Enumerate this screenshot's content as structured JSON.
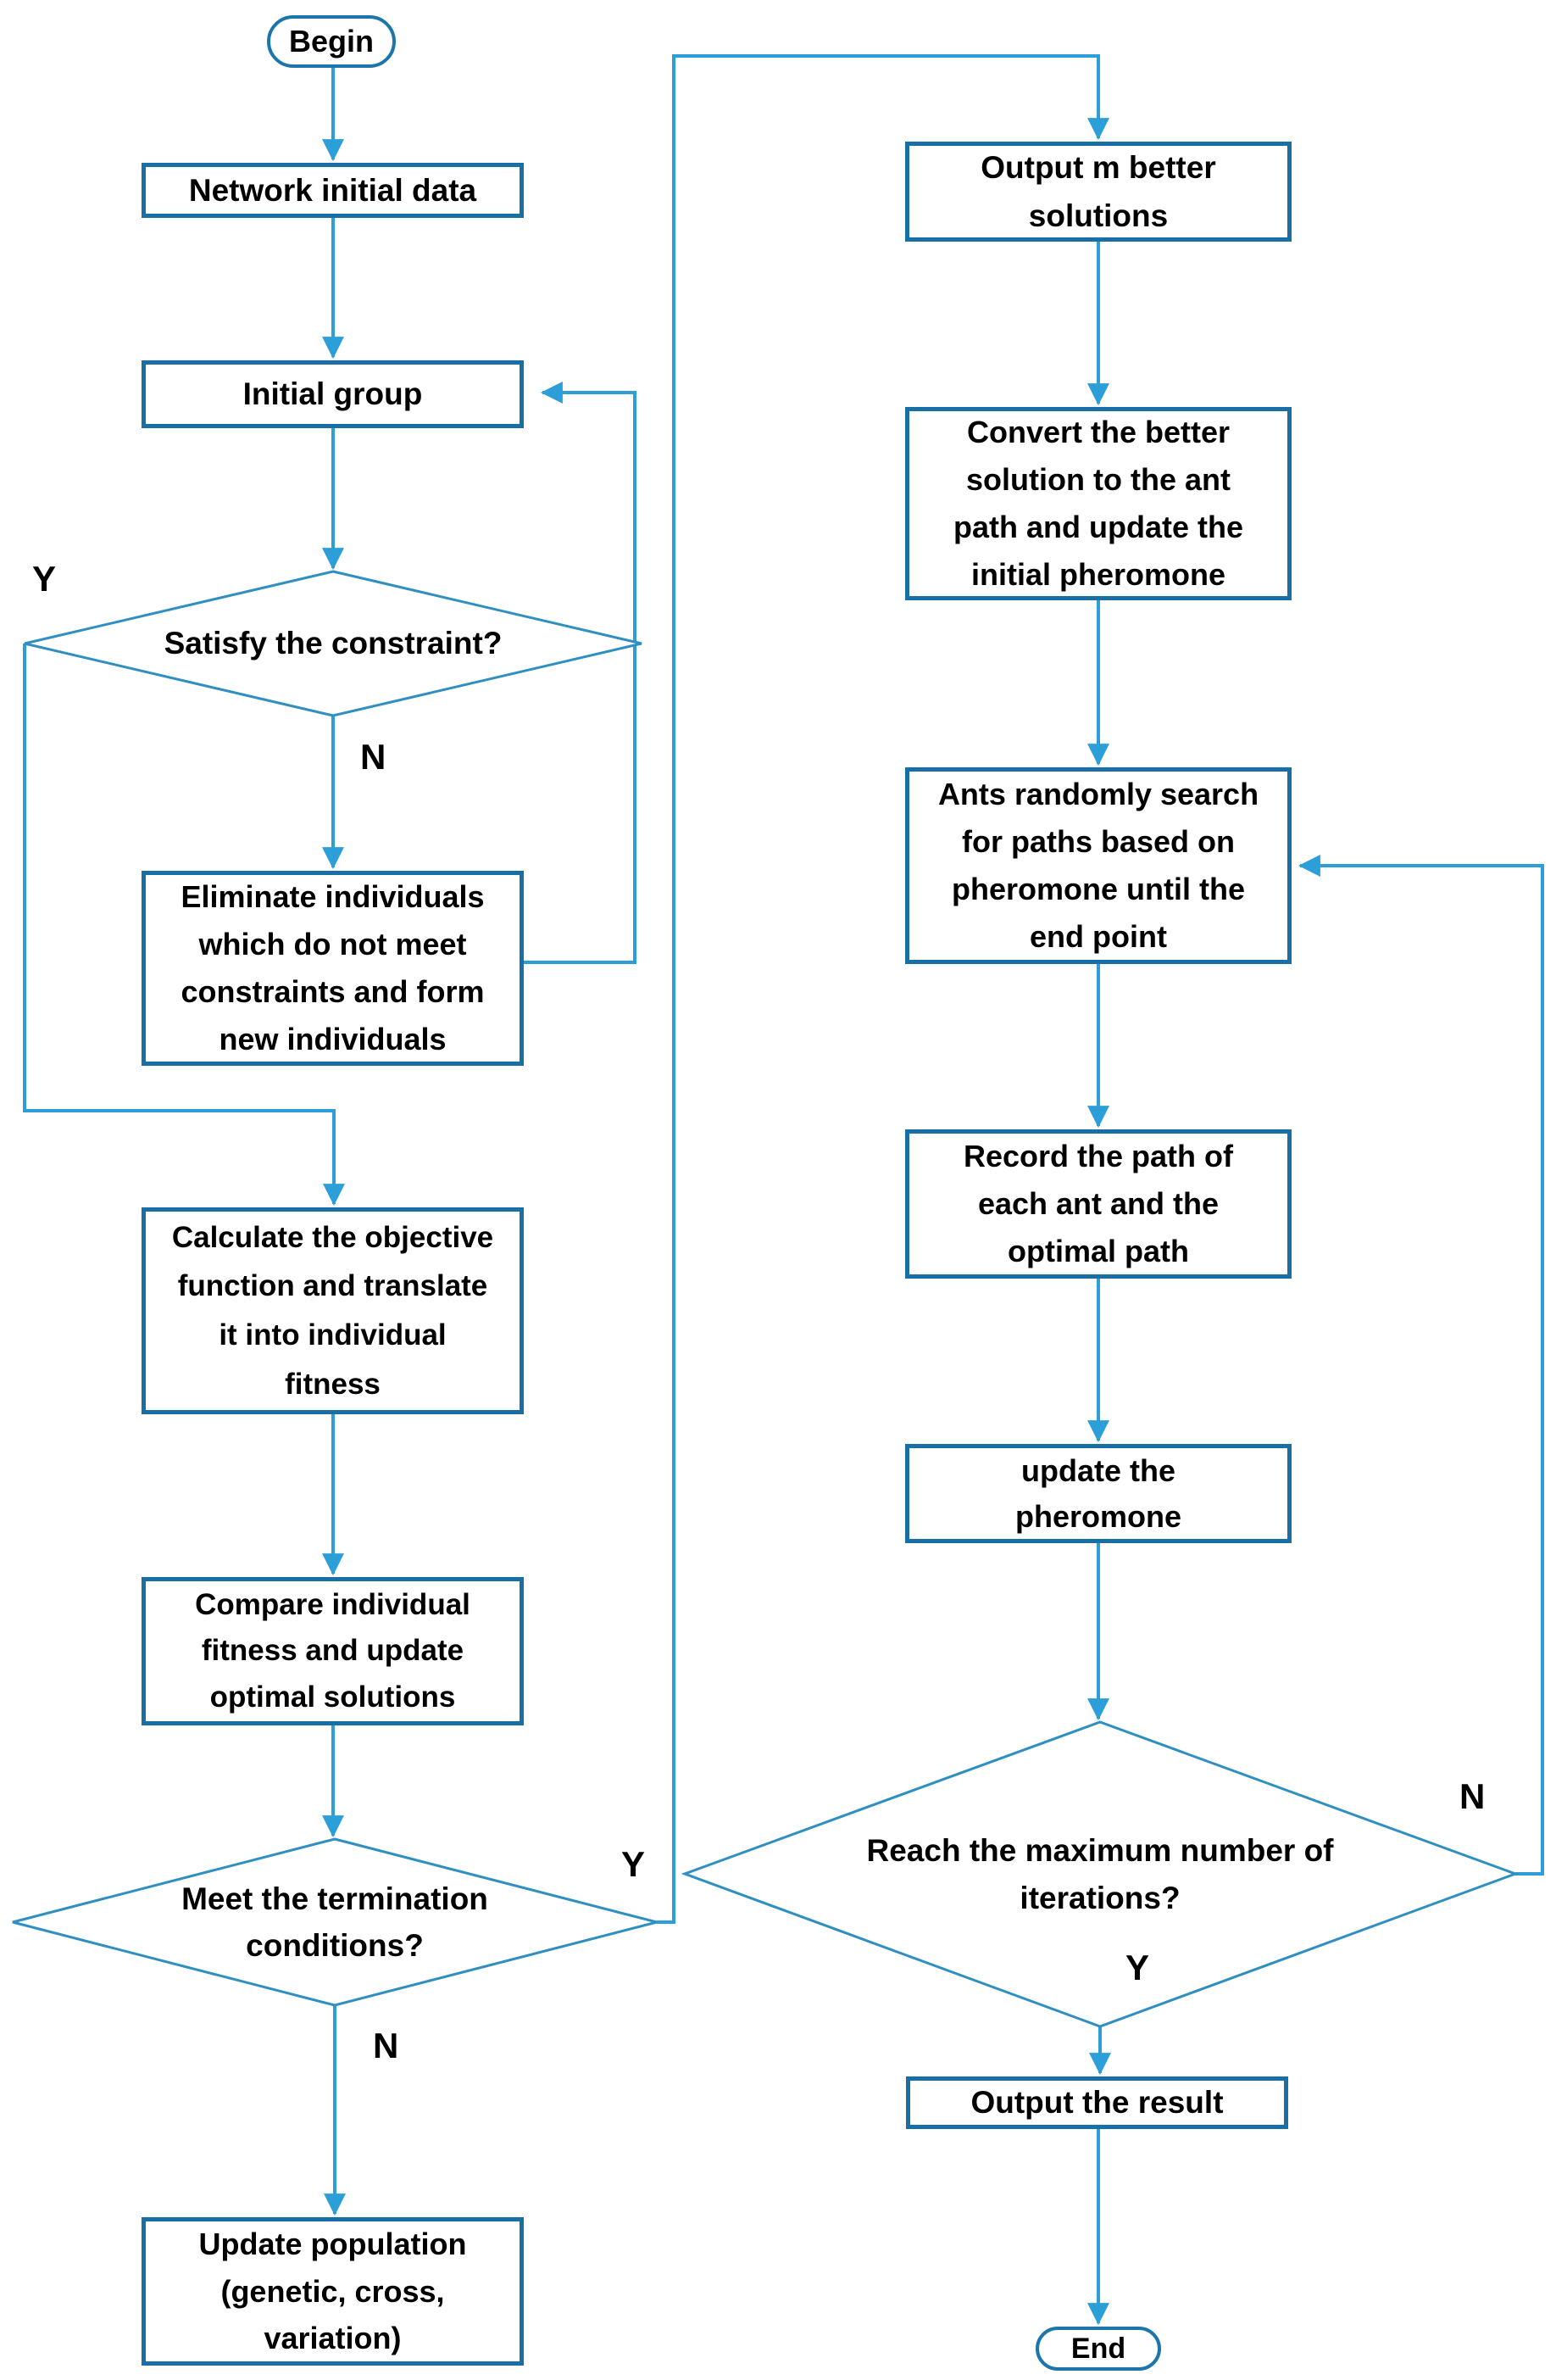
{
  "diagram": {
    "nodes": {
      "begin": {
        "label": "Begin"
      },
      "network": {
        "label": "Network initial data"
      },
      "initial_group": {
        "label": "Initial group"
      },
      "satisfy": {
        "label": "Satisfy the constraint?"
      },
      "eliminate": {
        "label": "Eliminate individuals\nwhich do not meet\nconstraints and form\nnew individuals"
      },
      "calculate": {
        "label": "Calculate the objective\nfunction and translate\nit into individual\nfitness"
      },
      "compare": {
        "label": "Compare individual\nfitness and update\noptimal solutions"
      },
      "termination": {
        "label": "Meet the termination\nconditions?"
      },
      "update_population": {
        "label": "Update population\n(genetic, cross,\nvariation)"
      },
      "output_m": {
        "label": "Output m better\nsolutions"
      },
      "convert": {
        "label": "Convert the better\nsolution to the ant\npath and update the\ninitial pheromone"
      },
      "ants": {
        "label": "Ants randomly search\nfor paths based on\npheromone until the\nend point"
      },
      "record": {
        "label": "Record the path of\neach ant and the\noptimal path"
      },
      "update_pheromone": {
        "label": "update the\npheromone"
      },
      "reach": {
        "label": "Reach the maximum number of\niterations?"
      },
      "output_result": {
        "label": "Output the result"
      },
      "end": {
        "label": "End"
      }
    },
    "branch_labels": {
      "satisfy_yes": "Y",
      "satisfy_no": "N",
      "termination_yes": "Y",
      "termination_no": "N",
      "reach_no": "N",
      "reach_yes": "Y"
    },
    "colors": {
      "line": "#2D9FD8",
      "box_border": "#176FA5",
      "diamond_border": "#2E8FC0",
      "oval_border": "#1C75AB",
      "text": "#000000",
      "background": "#FFFFFF"
    }
  }
}
